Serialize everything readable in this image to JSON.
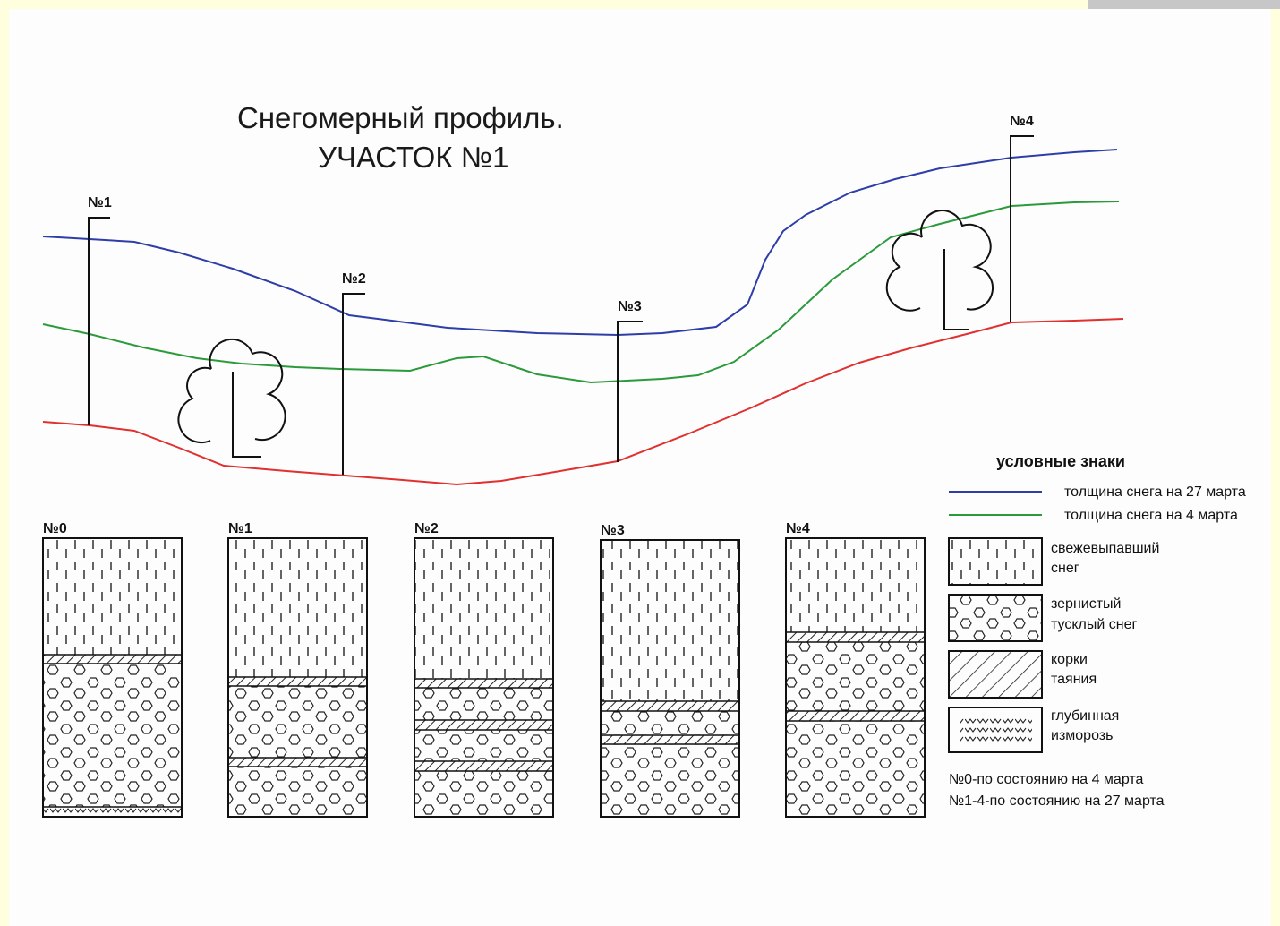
{
  "title": {
    "line1": "Снегомерный профиль.",
    "line2": "УЧАСТОК №1"
  },
  "stations": [
    "№1",
    "№2",
    "№3",
    "№4"
  ],
  "columns": [
    "№0",
    "№1",
    "№2",
    "№3",
    "№4"
  ],
  "legend": {
    "heading": "условные знаки",
    "line_items": [
      {
        "label": "толщина снега на 27 марта",
        "color": "#2e3ea8"
      },
      {
        "label": "толщина снега на 4 марта",
        "color": "#2a9a3a"
      }
    ],
    "layer_items": [
      {
        "line1": "свежевыпавший",
        "line2": "снег",
        "pattern": "fresh-snow"
      },
      {
        "line1": "зернистый",
        "line2": "тусклый снег",
        "pattern": "granular-snow"
      },
      {
        "line1": "корки",
        "line2": "таяния",
        "pattern": "melt-crust"
      },
      {
        "line1": "глубинная",
        "line2": "изморозь",
        "pattern": "depth-hoar"
      }
    ],
    "note1": "№0-по состоянию на 4 марта",
    "note2": "№1-4-по состоянию на 27 марта"
  },
  "colors": {
    "march27_line": "#2e3ea8",
    "march4_line": "#2a9a3a",
    "ground_line": "#e03030"
  }
}
